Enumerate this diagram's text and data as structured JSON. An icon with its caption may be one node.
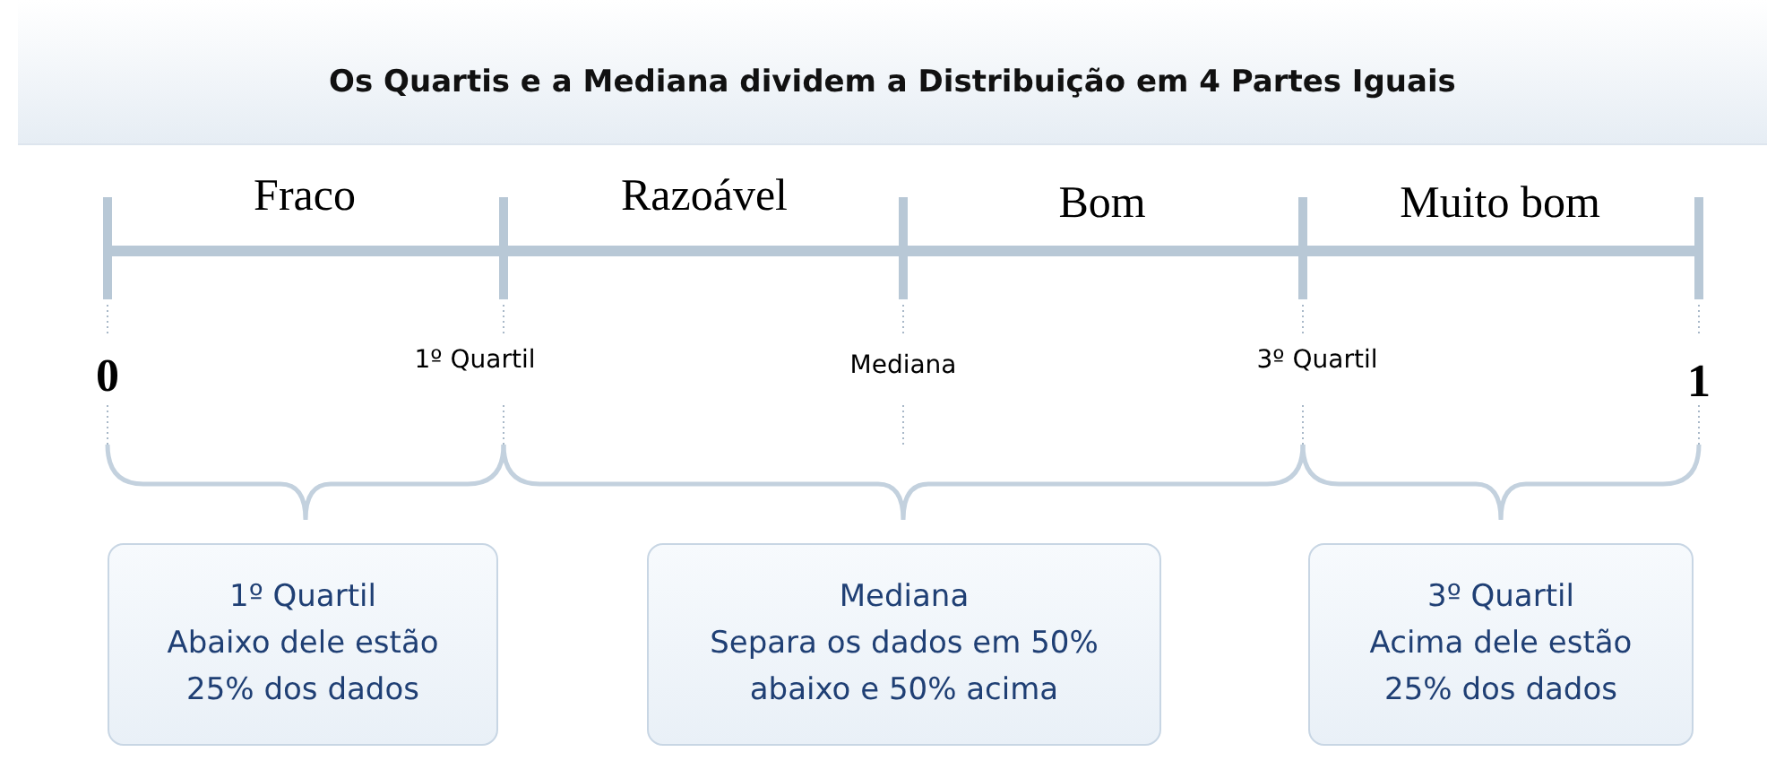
{
  "diagram": {
    "title": "Os Quartis e a Mediana dividem a Distribuição em 4 Partes Iguais",
    "nodes": [
      {
        "text": [
          "1º Quartil",
          "Abaixo dele estão 25% dos dados"
        ]
      },
      {
        "text": [
          "Mediana",
          "Separa os dados em 50% abaixo e 50% acima"
        ]
      },
      {
        "text": [
          "3º Quartil",
          "Acima dele estão 25% dos dados"
        ]
      }
    ],
    "labels": [
      "Fraco",
      "Razoável",
      "Bom",
      "Muito bom",
      "0",
      "1º Quartil",
      "Mediana",
      "3º Quartil",
      "1"
    ]
  }
}
